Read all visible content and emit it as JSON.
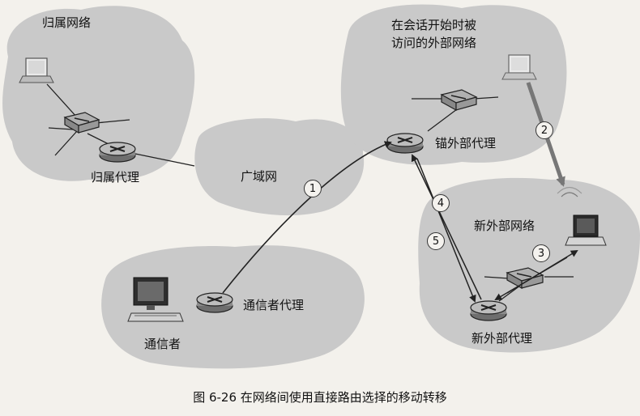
{
  "labels": {
    "home_network": "归属网络",
    "visited_network_line1": "在会话开始时被",
    "visited_network_line2": "访问的外部网络",
    "home_agent": "归属代理",
    "wan": "广域网",
    "anchor_foreign_agent": "锚外部代理",
    "new_foreign_network": "新外部网络",
    "correspondent_agent": "通信者代理",
    "correspondent": "通信者",
    "new_foreign_agent": "新外部代理"
  },
  "steps": [
    "1",
    "2",
    "3",
    "4",
    "5"
  ],
  "caption": "图 6-26   在网络间使用直接路由选择的移动转移"
}
